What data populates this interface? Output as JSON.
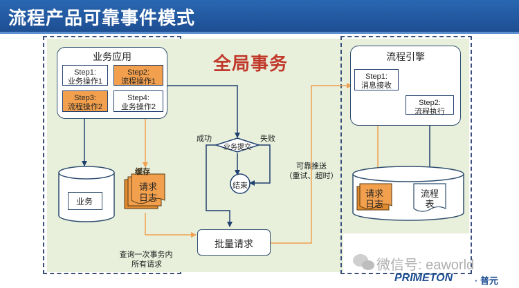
{
  "header": {
    "title": "流程产品可靠事件模式"
  },
  "center": {
    "title": "全局事务",
    "decision": "业务提交",
    "success": "成功",
    "failure": "失败",
    "end": "结束",
    "batch": "批量请求",
    "reliable_push": "可靠推送",
    "retry_note": "（重试、超时）",
    "query_note_1": "查询一次事务内",
    "query_note_2": "所有请求"
  },
  "business": {
    "title": "业务应用",
    "step1_a": "Step1:",
    "step1_b": "业务操作1",
    "step2_a": "Step2:",
    "step2_b": "流程操作1",
    "step3_a": "Step3:",
    "step3_b": "流程操作2",
    "step4_a": "Step4:",
    "step4_b": "业务操作2",
    "db_label": "业务",
    "cache": "缓存",
    "log_1": "请求",
    "log_2": "日志"
  },
  "engine": {
    "title": "流程引擎",
    "step1_a": "Step1:",
    "step1_b": "消息接收",
    "step2_a": "Step2:",
    "step2_b": "流程执行",
    "log_1": "请求",
    "log_2": "日志",
    "table_1": "流程",
    "table_2": "表"
  },
  "watermark": {
    "wechat": "微信号: eaworld",
    "logo": "PRIMETON",
    "logo_suffix": "· 普元"
  },
  "colors": {
    "header": "#1d4e92",
    "panel": "#e8efdb",
    "orange": "#f2a04e",
    "title_red": "#c0392b",
    "arrow_dark": "#1f3f6f",
    "arrow_orange": "#f0a050"
  }
}
